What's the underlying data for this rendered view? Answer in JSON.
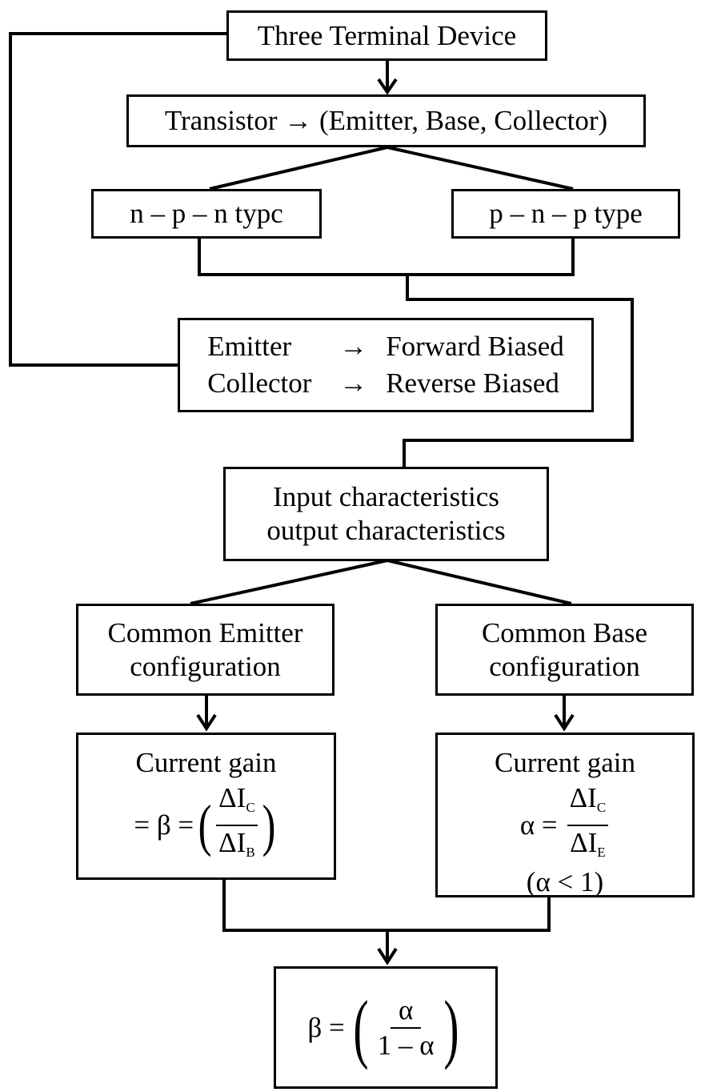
{
  "boxes": {
    "three_terminal": "Three Terminal Device",
    "transistor": "Transistor → (Emitter, Base, Collector)",
    "npn": "n – p – n typc",
    "pnp": "p – n – p type",
    "bias": {
      "emitter_label": "Emitter",
      "collector_label": "Collector",
      "arrow": "→",
      "emitter_state": "Forward Biased",
      "collector_state": "Reverse Biased"
    },
    "characteristics": {
      "line1": "Input characteristics",
      "line2": "output characteristics"
    },
    "common_emitter": {
      "line1": "Common Emitter",
      "line2": "configuration"
    },
    "common_base": {
      "line1": "Common Base",
      "line2": "configuration"
    },
    "ce_gain": {
      "title": "Current gain",
      "prefix": "= β =",
      "num": "ΔI",
      "num_sub": "C",
      "den": "ΔI",
      "den_sub": "B",
      "lparen": "(",
      "rparen": ")"
    },
    "cb_gain": {
      "title": "Current gain",
      "prefix": "α =",
      "num": "ΔI",
      "num_sub": "C",
      "den": "ΔI",
      "den_sub": "E",
      "note": "(α < 1)"
    },
    "relation": {
      "prefix": "β =",
      "num": "α",
      "den": "1 – α",
      "lparen": "(",
      "rparen": ")"
    }
  },
  "colors": {
    "stroke": "#000000",
    "background": "#ffffff"
  }
}
